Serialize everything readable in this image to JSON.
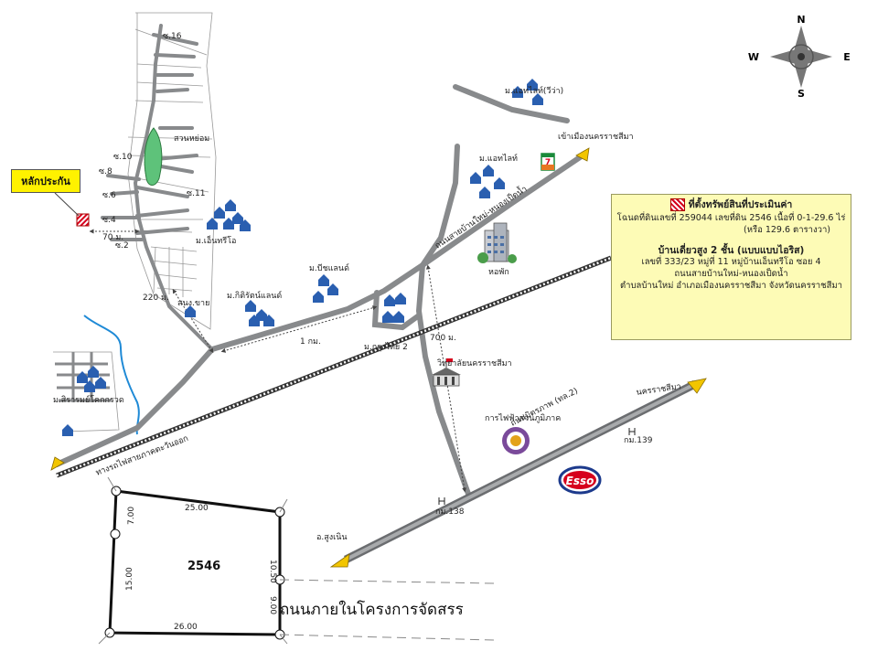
{
  "compass": {
    "n": "N",
    "s": "S",
    "e": "E",
    "w": "W"
  },
  "callout": {
    "label": "หลักประกัน"
  },
  "info": {
    "heading": "ที่ตั้งทรัพย์สินที่ประเมินค่า",
    "line1": "โฉนดที่ดินเลขที่ 259044 เลขที่ดิน 2546 เนื้อที่ 0-1-29.6 ไร่",
    "line2": "(หรือ 129.6 ตารางวา)",
    "title2": "บ้านเดี่ยวสูง 2 ชั้น (แบบแบบไอริส)",
    "line3": "เลขที่ 333/23 หมู่ที่ 11 หมู่บ้านเอ็นทรีโอ ซอย 4",
    "line4": "ถนนสายบ้านใหม่-หนองเป็ดน้ำ",
    "line5": "ตำบลบ้านใหม่  อำเภอเมืองนครราชสีมา  จังหวัดนครราชสีมา"
  },
  "labels": {
    "s16": "ซ.16",
    "park": "สวนหย่อม",
    "s10": "ซ.10",
    "s8": "ซ.8",
    "s11": "ซ.11",
    "s6": "ซ.6",
    "s4": "ซ.4",
    "d70": "70 ม.",
    "s2": "ซ.2",
    "entrio": "ม.เอ็นทรีโอ",
    "d220": "220 ม.",
    "snong": "สนง.ขาย",
    "kittirat": "ม.กิติรัตน์แลนด์",
    "beach": "ม.บีชแลนด์",
    "d1km": "1 กม.",
    "krungthai": "ม.กรุงไทย 2",
    "dorm": "หอพัก",
    "d700": "700 ม.",
    "college": "วิทยาลัยนครราชสีมา",
    "sirarom": "ม.สิรารมย์โคกกรวด",
    "rail": "ทางรถไฟสายภาคตะวันออก",
    "pea": "การไฟฟ้าส่วนภูมิภาค",
    "mittraphap": "ถนนมิตรภาพ (ทล.2)",
    "nakhon_se": "นครราชสีมา",
    "km139": "กม.139",
    "km138": "กม.138",
    "sungnoen": "อ.สูงเนิน",
    "esso": "Esso",
    "athlight_viva": "ม.แอทไลท์(วีว่า)",
    "to_city": "เข้าเมืองนครราชสีมา",
    "athlight": "ม.แอทไลท์",
    "main_road": "ถนนสายบ้านใหม่-หนองเป็ดน้ำ",
    "seven": "7"
  },
  "plot": {
    "number": "2546",
    "top": "25.00",
    "bottom": "26.00",
    "left_top": "7.00",
    "left_bottom": "15.00",
    "right_top": "10.50",
    "right_bottom": "9.00",
    "road": "ถนนภายในโครงการจัดสรร"
  },
  "colors": {
    "road": "#888a8c",
    "road_dark": "#6b6d70",
    "house": "#2a5fb0",
    "water": "#1f8ad6",
    "marker": "#d6001c",
    "arrow": "#f2c500"
  }
}
